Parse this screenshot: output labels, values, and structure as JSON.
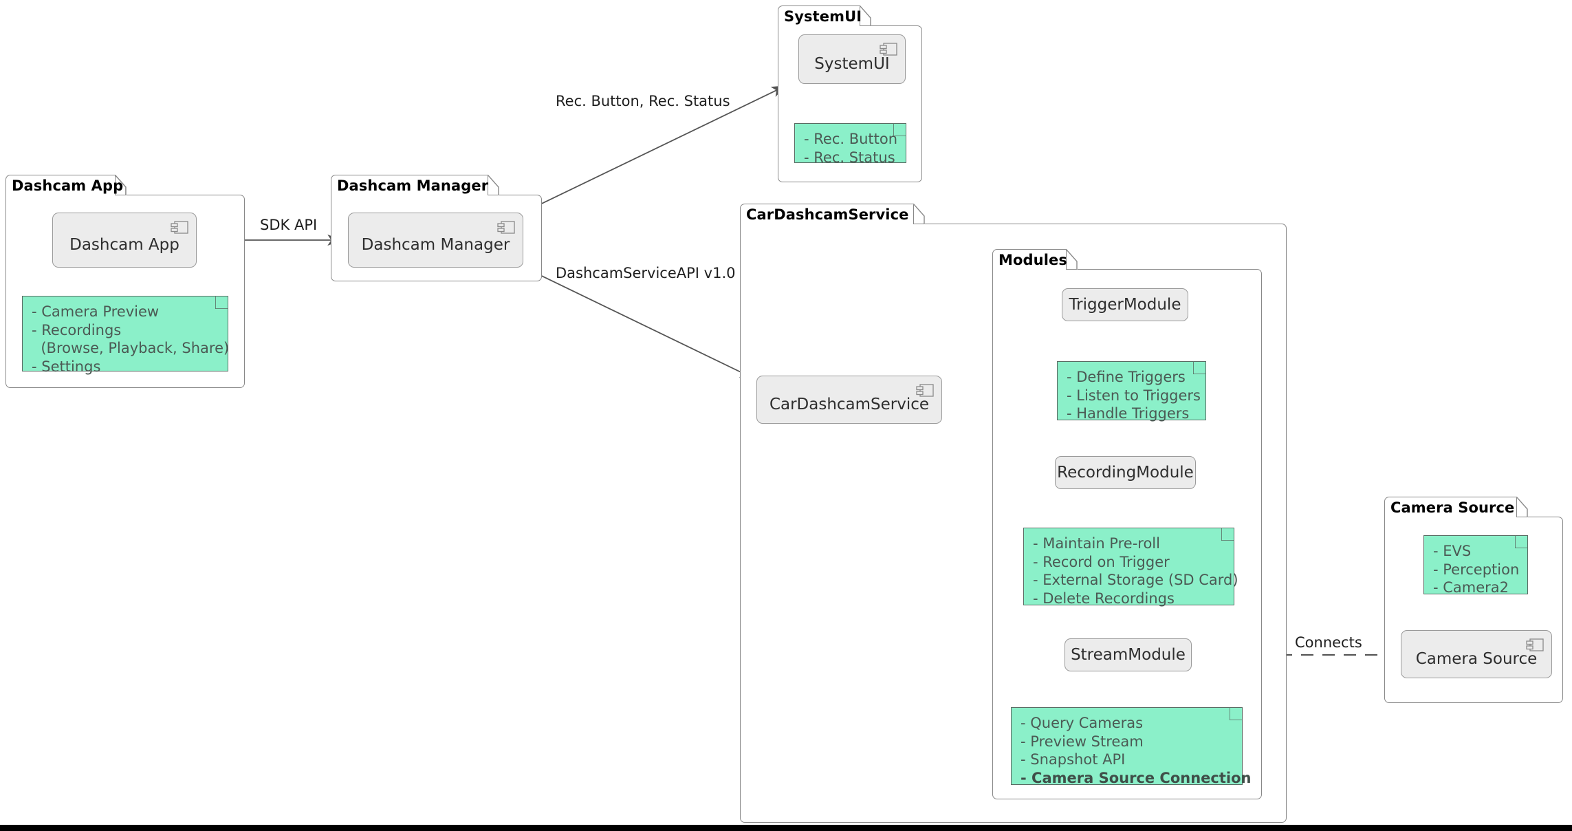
{
  "diagram": {
    "title": "Dashcam Architecture Component Diagram",
    "type": "uml-component-diagram",
    "colors": {
      "note_fill": "#8BF0C9",
      "note_border": "#5A6B63",
      "note_text": "#4B5A54",
      "component_fill": "#ECECEC",
      "component_border": "#9A9A9A",
      "package_border": "#888888",
      "edge_stroke": "#555555",
      "background": "#FFFFFF"
    }
  },
  "packages": [
    {
      "id": "dashcam-app",
      "label": "Dashcam App",
      "component": {
        "label": "Dashcam App",
        "icon": "component-icon"
      },
      "note": {
        "lines": [
          {
            "text": "- Camera Preview",
            "bold": false
          },
          {
            "text": "- Recordings",
            "bold": false
          },
          {
            "text": "  (Browse, Playback, Share)",
            "bold": false
          },
          {
            "text": "- Settings",
            "bold": false
          }
        ]
      }
    },
    {
      "id": "dashcam-manager",
      "label": "Dashcam Manager",
      "component": {
        "label": "Dashcam Manager",
        "icon": "component-icon"
      },
      "note": null
    },
    {
      "id": "systemui",
      "label": "SystemUI",
      "component": {
        "label": "SystemUI",
        "icon": "component-icon"
      },
      "note": {
        "lines": [
          {
            "text": "- Rec. Button",
            "bold": false
          },
          {
            "text": "- Rec. Status",
            "bold": false
          }
        ]
      }
    },
    {
      "id": "cardashcamservice",
      "label": "CarDashcamService",
      "component": {
        "label": "CarDashcamService",
        "icon": "component-icon"
      },
      "note": null
    },
    {
      "id": "modules",
      "label": "Modules",
      "component": null,
      "note": null
    },
    {
      "id": "camera-source",
      "label": "Camera Source",
      "component": {
        "label": "Camera Source",
        "icon": "component-icon"
      },
      "note": {
        "lines": [
          {
            "text": "- EVS",
            "bold": false
          },
          {
            "text": "- Perception",
            "bold": false
          },
          {
            "text": "- Camera2",
            "bold": false
          }
        ]
      }
    }
  ],
  "modules": [
    {
      "id": "trigger-module",
      "label": "TriggerModule",
      "note": {
        "lines": [
          {
            "text": "- Define Triggers",
            "bold": false
          },
          {
            "text": "- Listen to Triggers",
            "bold": false
          },
          {
            "text": "- Handle Triggers",
            "bold": false
          }
        ]
      }
    },
    {
      "id": "recording-module",
      "label": "RecordingModule",
      "note": {
        "lines": [
          {
            "text": "- Maintain Pre-roll",
            "bold": false
          },
          {
            "text": "- Record on Trigger",
            "bold": false
          },
          {
            "text": "- External Storage (SD Card)",
            "bold": false
          },
          {
            "text": "- Delete Recordings",
            "bold": false
          }
        ]
      }
    },
    {
      "id": "stream-module",
      "label": "StreamModule",
      "note": {
        "lines": [
          {
            "text": "- Query Cameras",
            "bold": false
          },
          {
            "text": "- Preview Stream",
            "bold": false
          },
          {
            "text": "- Snapshot API",
            "bold": false
          },
          {
            "text": "- Camera Source Connection",
            "bold": true
          }
        ]
      }
    }
  ],
  "edges": [
    {
      "id": "edge-sdk-api",
      "label": "SDK API",
      "from": "Dashcam App",
      "to": "Dashcam Manager",
      "style": "solid-arrow"
    },
    {
      "id": "edge-rec-button-status",
      "label": "Rec. Button, Rec. Status",
      "from": "Dashcam Manager",
      "to": "SystemUI",
      "style": "solid-arrow"
    },
    {
      "id": "edge-dashcamserviceapi",
      "label": "DashcamServiceAPI v1.0",
      "from": "Dashcam Manager",
      "to": "CarDashcamService",
      "style": "solid-arrow"
    },
    {
      "id": "edge-to-trigger",
      "label": "",
      "from": "CarDashcamService",
      "to": "TriggerModule",
      "style": "solid-arrow"
    },
    {
      "id": "edge-to-recording",
      "label": "",
      "from": "CarDashcamService",
      "to": "RecordingModule",
      "style": "solid-arrow"
    },
    {
      "id": "edge-to-stream",
      "label": "",
      "from": "CarDashcamService",
      "to": "StreamModule",
      "style": "curved-arrow"
    },
    {
      "id": "edge-connects",
      "label": "Connects",
      "from": "StreamModule",
      "to": "Camera Source",
      "style": "dashed"
    }
  ]
}
